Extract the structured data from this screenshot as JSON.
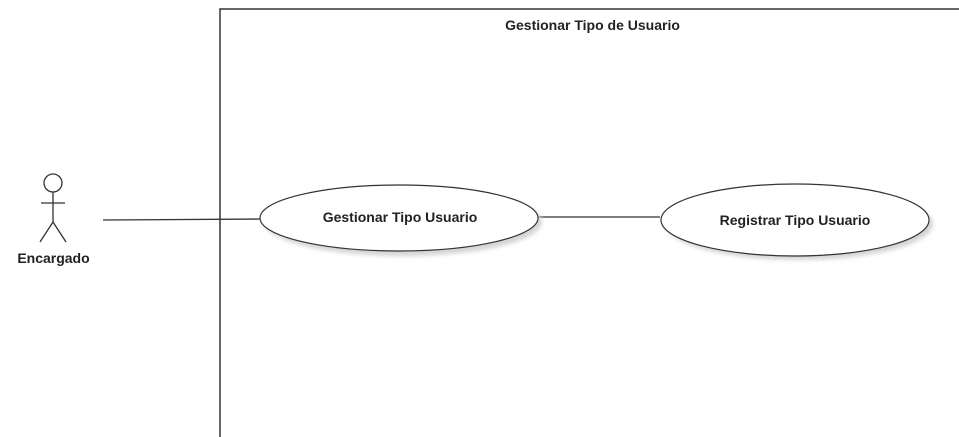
{
  "system": {
    "title": "Gestionar Tipo de Usuario"
  },
  "actors": [
    {
      "name": "Encargado"
    }
  ],
  "use_cases": [
    {
      "name": "Gestionar Tipo Usuario"
    },
    {
      "name": "Registrar Tipo Usuario"
    }
  ],
  "colors": {
    "line": "#333333",
    "fill": "#ffffff",
    "shadow": "#d4d4d4",
    "text": "#222222"
  }
}
